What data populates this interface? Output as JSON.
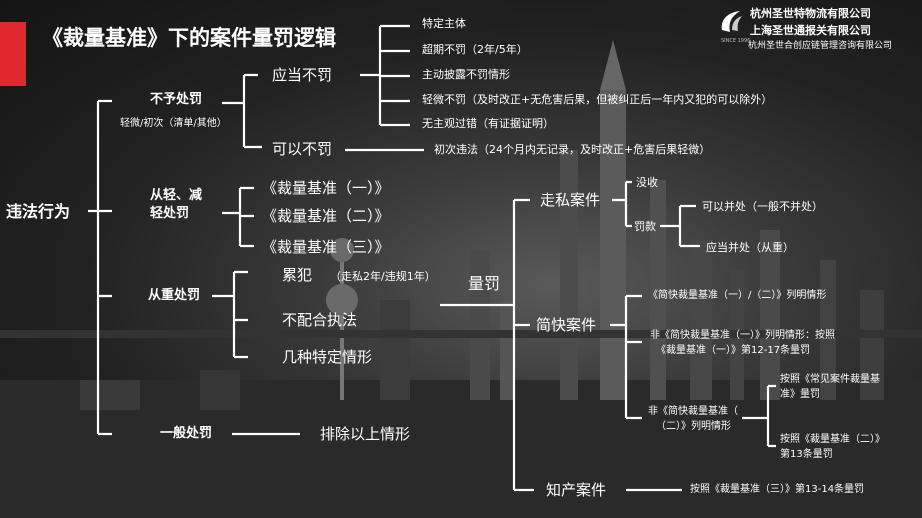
{
  "title": "《裁量基准》下的案件量罚逻辑",
  "company": {
    "line1": "杭州圣世特物流有限公司",
    "line2": "上海圣世通报关有限公司",
    "line3": "杭州圣世合创应链管理咨询有限公司",
    "since": "SINCE 1996"
  },
  "root": "违法行为",
  "no_penalty": {
    "label": "不予处罚",
    "sub": "轻微/初次（清单/其他）",
    "should": {
      "label": "应当不罚",
      "items": [
        "特定主体",
        "超期不罚（2年/5年）",
        "主动披露不罚情形",
        "轻微不罚（及时改正+无危害后果，但被纠正后一年内又犯的可以除外）",
        "无主观过错（有证据证明）"
      ]
    },
    "may": {
      "label": "可以不罚",
      "item": "初次违法（24个月内无记录，及时改正+危害后果轻微）"
    }
  },
  "lighter": {
    "label1": "从轻、减",
    "label2": "轻处罚",
    "items": [
      "《裁量基准（一）》",
      "《裁量基准（二）》",
      "《裁量基准（三）》"
    ]
  },
  "heavier": {
    "label": "从重处罚",
    "items": [
      "累犯",
      "（走私2年/违规1年）",
      "不配合执法",
      "几种特定情形"
    ]
  },
  "general": {
    "label": "一般处罚",
    "item": "排除以上情形"
  },
  "sentencing": {
    "label": "量罚",
    "smuggling": {
      "label": "走私案件",
      "items": [
        "没收",
        "罚款"
      ],
      "fine_items": [
        "可以并处（一般不并处）",
        "应当并处（从重）"
      ]
    },
    "simple": {
      "label": "简快案件",
      "a": "《简快裁量基准（一）/（二）》列明情形",
      "b1": "非《简快裁量基准（一）》列明情形：按照",
      "b2": "《裁量基准（一）》第12-17条量罚",
      "c1": "非《简快裁量基准（",
      "c2": "（二）》列明情形",
      "d1": "按照《常见案件裁量基",
      "d2": "准》量罚",
      "e1": "按照《裁量基准（二）》",
      "e2": "第13条量罚"
    },
    "ip": {
      "label": "知产案件",
      "item": "按照《裁量基准（三）》第13-14条量罚"
    }
  }
}
